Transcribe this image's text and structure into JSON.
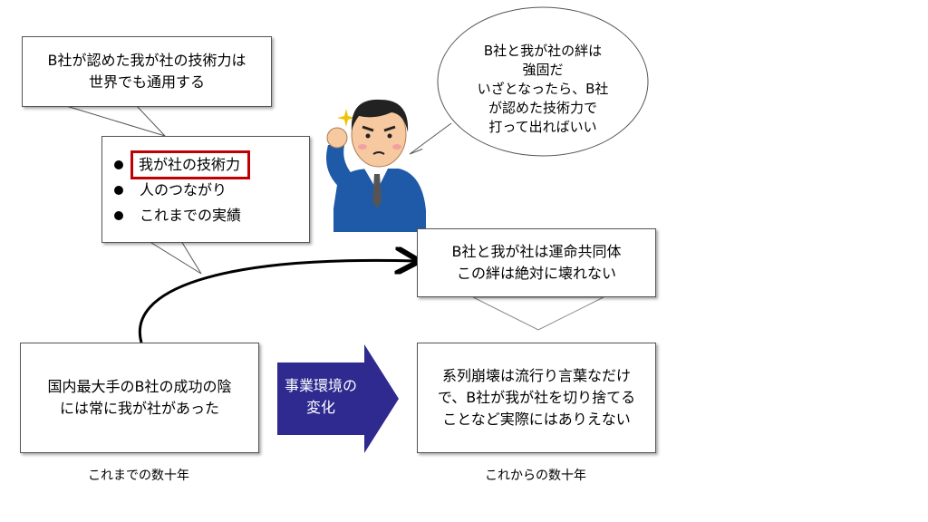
{
  "top_callout": {
    "lines": [
      "B社が認めた我が社の技術力は",
      "世界でも通用する"
    ]
  },
  "assets_callout": {
    "items": [
      "我が社の技術力",
      "人のつながり",
      "これまでの実績"
    ],
    "highlight_index": 0,
    "highlight_color": "#c00000"
  },
  "speech_bubble": {
    "lines": [
      "B社と我が社の絆は",
      "強固だ",
      "いざとなったら、B社",
      "が認めた技術力で",
      "打って出ればいい"
    ]
  },
  "bond_box": {
    "lines": [
      "B社と我が社は運命共同体",
      "この絆は絶対に壊れない"
    ]
  },
  "past_box": {
    "lines": [
      "国内最大手のB社の成功の陰",
      "には常に我が社があった"
    ]
  },
  "change_arrow": {
    "lines": [
      "事業環境の",
      "変化"
    ],
    "color": "#2e2a8f"
  },
  "future_box": {
    "lines": [
      "系列崩壊は流行り言葉なだけ",
      "で、B社が我が社を切り捨てる",
      "ことなど実際にはありえない"
    ]
  },
  "captions": {
    "past": "これまでの数十年",
    "future": "これからの数十年"
  },
  "figure": {
    "icon": "businessman-thinking-icon",
    "suit_color": "#1e5aa8"
  }
}
